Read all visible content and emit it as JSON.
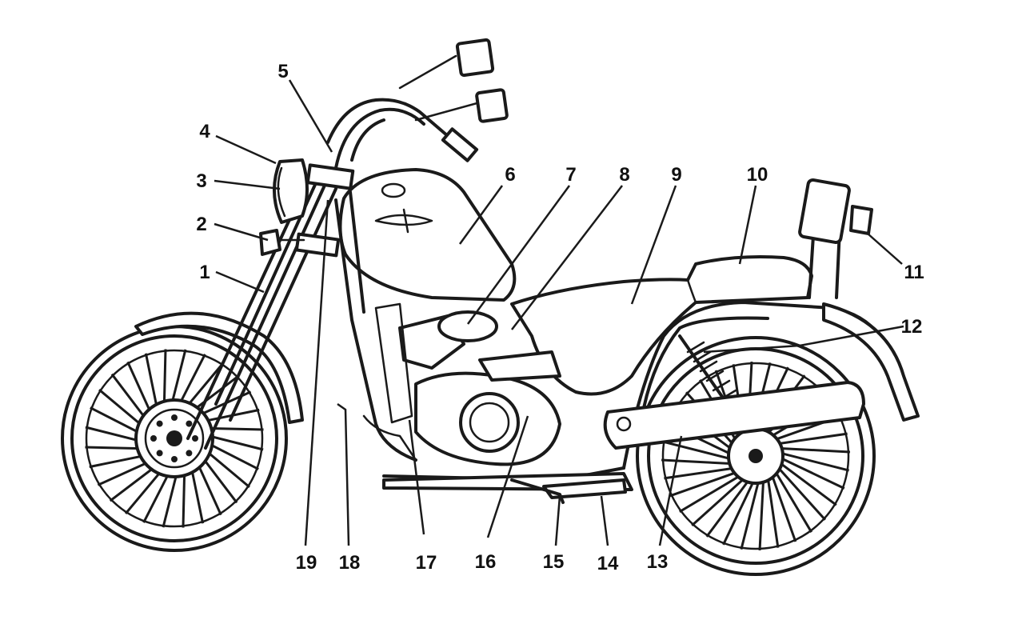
{
  "callouts": {
    "n1": "1",
    "n2": "2",
    "n3": "3",
    "n4": "4",
    "n5": "5",
    "n6": "6",
    "n7": "7",
    "n8": "8",
    "n9": "9",
    "n10": "10",
    "n11": "11",
    "n12": "12",
    "n13": "13",
    "n14": "14",
    "n15": "15",
    "n16": "16",
    "n17": "17",
    "n18": "18",
    "n19": "19"
  },
  "colors": {
    "ink": "#1a1a1a",
    "paper": "#ffffff"
  }
}
